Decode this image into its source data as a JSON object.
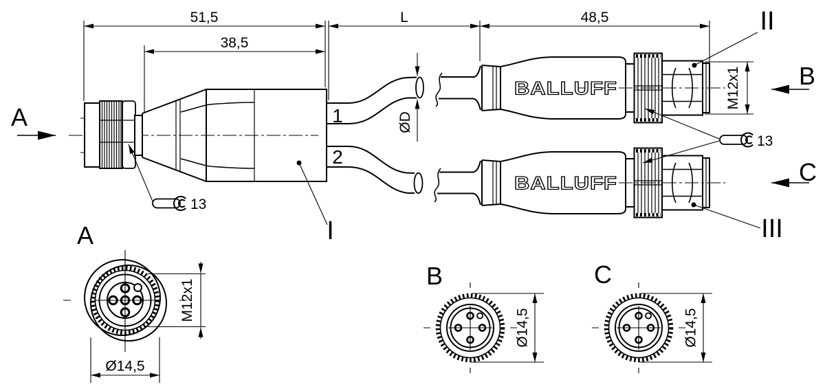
{
  "brand": "BALLUFF",
  "dimensions": {
    "overall_length": "51,5",
    "body_length": "38,5",
    "cable_length": "L",
    "connector_length": "48,5",
    "cable_diameter": "ØD",
    "thread": "M12x1",
    "wrench_size": "13",
    "face_diameter": "Ø14,5"
  },
  "view_labels": {
    "a": "A",
    "b": "B",
    "c": "C"
  },
  "callouts": {
    "i": "I",
    "ii": "II",
    "iii": "III"
  },
  "wires": {
    "one": "1",
    "two": "2"
  },
  "colors": {
    "line": "#000000",
    "background": "#ffffff"
  }
}
